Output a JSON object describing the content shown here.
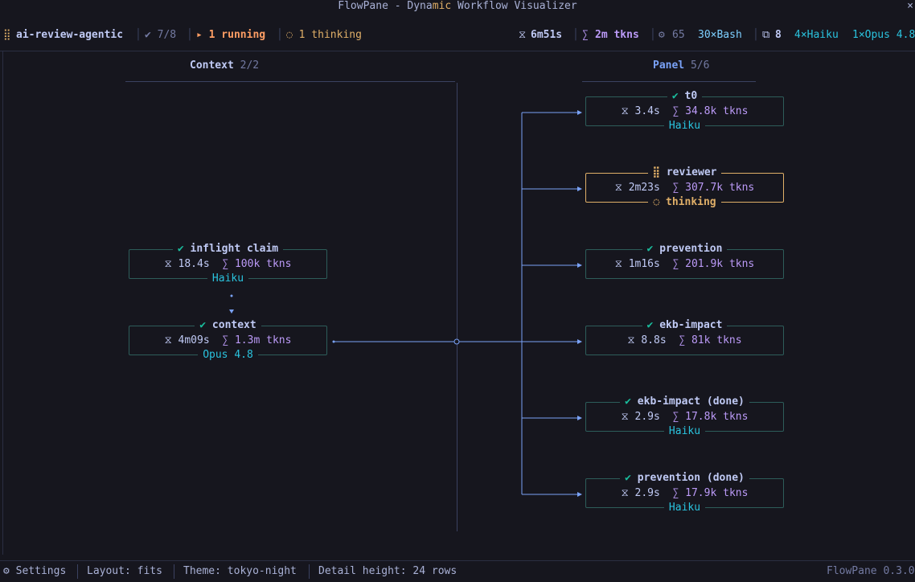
{
  "window": {
    "title_pre": "FlowPane - Dyna",
    "title_hl": "mic",
    "title_post": " Workflow Visualizer",
    "close_glyph": "×"
  },
  "status": {
    "grip_icon": "⣿",
    "workflow_name": "ai-review-agentic",
    "done_count": "✔ 7/8",
    "running": "▸ 1 running",
    "thinking": "◌ 1 thinking",
    "elapsed_icon": "⧖",
    "elapsed": "6m51s",
    "tokens_icon": "∑",
    "tokens": "2m tkns",
    "tools_icon": "⚙",
    "tools_count": "65",
    "tools_detail": "30×Bash",
    "agents_icon": "⧉",
    "agents_count": "8",
    "haiku_count": "4×Haiku",
    "opus_count": "1×Opus 4.8"
  },
  "columns": {
    "context_label": "Context",
    "context_count": "2/2",
    "panel_label": "Panel",
    "panel_count": "5/6"
  },
  "context_nodes": [
    {
      "check": "✔",
      "title": "inflight claim",
      "time": "⧖ 18.4s",
      "tokens": "∑ 100k tkns",
      "model": "Haiku"
    },
    {
      "check": "✔",
      "title": "context",
      "time": "⧖ 4m09s",
      "tokens": "∑ 1.3m tkns",
      "model": "Opus 4.8"
    }
  ],
  "panel_nodes": [
    {
      "check": "✔",
      "title": "t0",
      "time": "⧖ 3.4s",
      "tokens": "∑ 34.8k tkns",
      "model": "Haiku"
    },
    {
      "check": "⣿",
      "title": "reviewer",
      "time": "⧖ 2m23s",
      "tokens": "∑ 307.7k tkns",
      "model": "◌ thinking"
    },
    {
      "check": "✔",
      "title": "prevention",
      "time": "⧖ 1m16s",
      "tokens": "∑ 201.9k tkns",
      "model": ""
    },
    {
      "check": "✔",
      "title": "ekb-impact",
      "time": "⧖ 8.8s",
      "tokens": "∑ 81k tkns",
      "model": ""
    },
    {
      "check": "✔",
      "title": "ekb-impact (done)",
      "time": "⧖ 2.9s",
      "tokens": "∑ 17.8k tkns",
      "model": "Haiku"
    },
    {
      "check": "✔",
      "title": "prevention (done)",
      "time": "⧖ 2.9s",
      "tokens": "∑ 17.9k tkns",
      "model": "Haiku"
    }
  ],
  "footer": {
    "settings": "⚙ Settings",
    "layout": "Layout: fits",
    "theme": "Theme: tokyo-night",
    "detail_height": "Detail height: 24 rows",
    "version": "FlowPane 0.3.0"
  },
  "colors": {
    "background": "#16161e",
    "node_border": "#2d5d5a",
    "active_border": "#e0af68",
    "wire": "#7aa2f7",
    "success": "#1abc9c",
    "tokens": "#bb9af7",
    "model": "#2ac3de"
  }
}
